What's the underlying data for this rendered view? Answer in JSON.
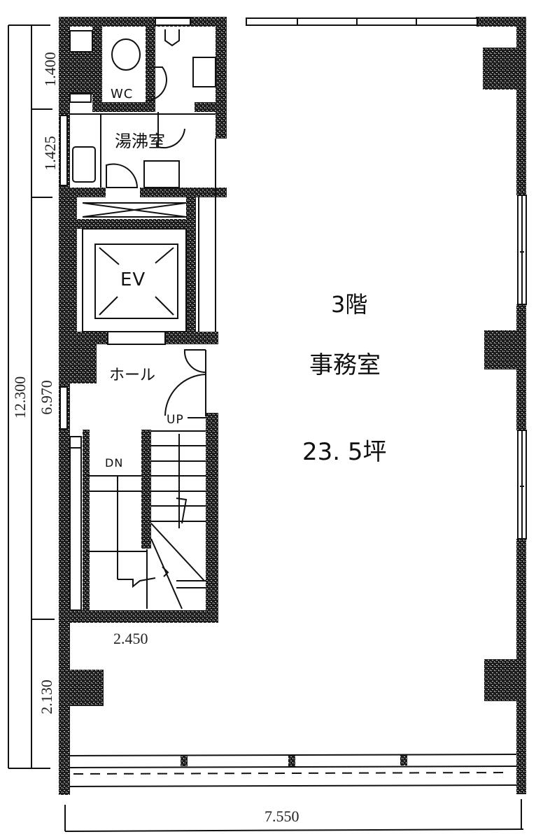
{
  "floor_plan": {
    "floor": "3階",
    "main_room": {
      "name": "事務室",
      "area": "23. 5坪"
    },
    "rooms": {
      "wc": "WC",
      "kitchenette": "湯沸室",
      "elevator": "EV",
      "hall": "ホール"
    },
    "stairs": {
      "up": "UP",
      "down": "DN"
    },
    "dimensions": {
      "total_depth": "12.300",
      "wc_depth": "1.400",
      "kitchen_depth": "1.425",
      "core_depth": "6.970",
      "bottom_depth": "2.130",
      "core_width": "2.450",
      "total_width": "7.550"
    },
    "colors": {
      "wall": "#1a1a1a",
      "line": "#111111",
      "background": "#ffffff"
    }
  }
}
